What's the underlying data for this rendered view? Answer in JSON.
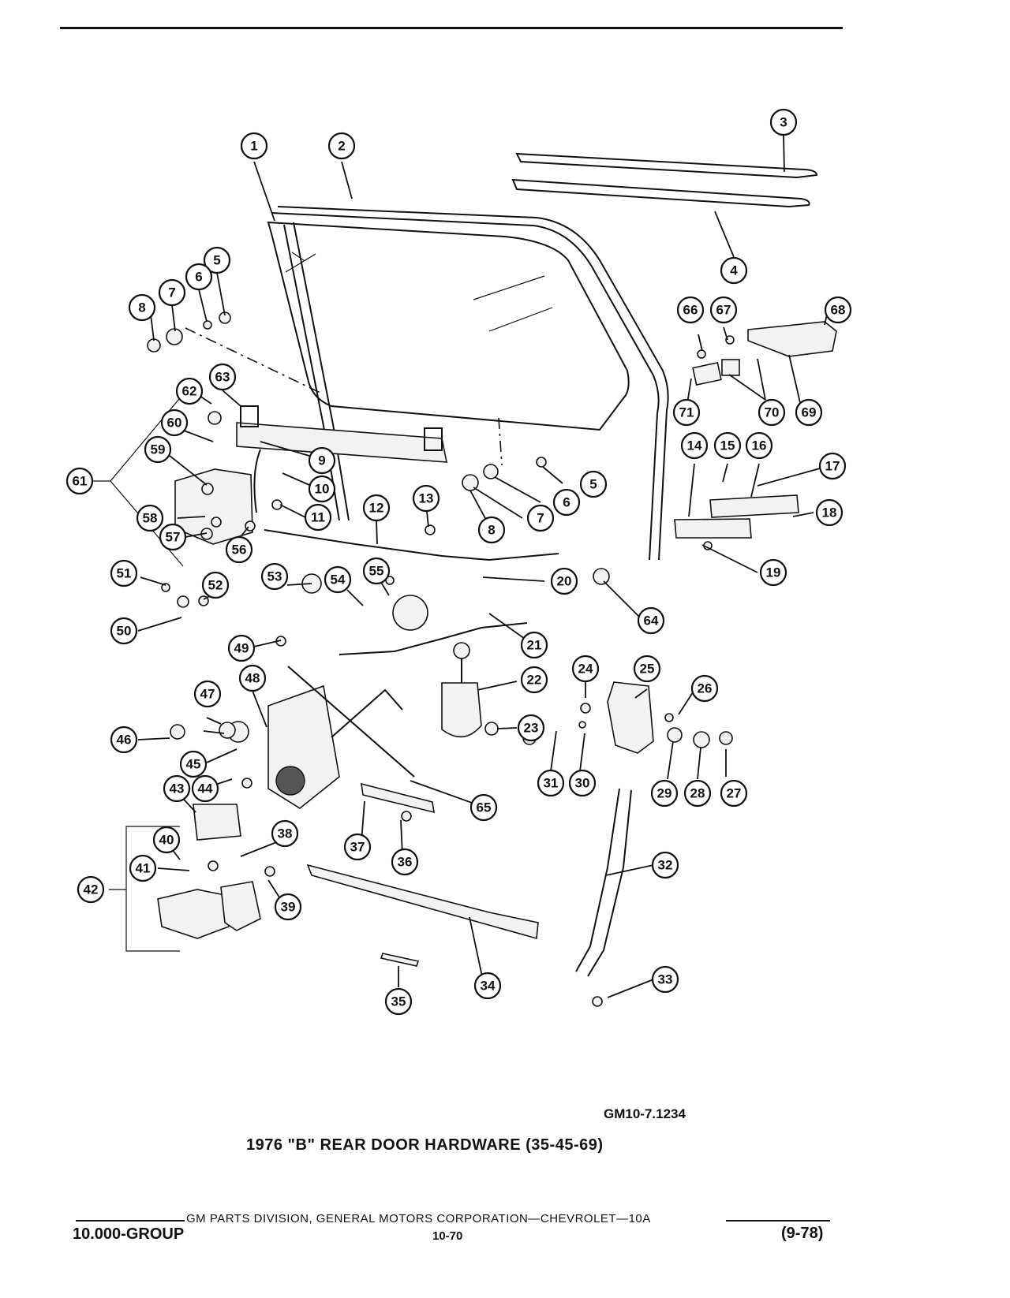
{
  "diagram": {
    "ref_code": "GM10-7.1234",
    "caption": "1976 \"B\" REAR DOOR HARDWARE (35-45-69)"
  },
  "footer": {
    "credit": "GM PARTS DIVISION, GENERAL MOTORS CORPORATION—CHEVROLET—10A",
    "group": "10.000-GROUP",
    "page": "10-70",
    "date": "(9-78)"
  },
  "callouts": [
    "1",
    "2",
    "3",
    "4",
    "5",
    "6",
    "7",
    "8",
    "9",
    "10",
    "11",
    "12",
    "13",
    "14",
    "15",
    "16",
    "17",
    "18",
    "19",
    "20",
    "21",
    "22",
    "23",
    "24",
    "25",
    "26",
    "27",
    "28",
    "29",
    "30",
    "31",
    "32",
    "33",
    "34",
    "35",
    "36",
    "37",
    "38",
    "39",
    "40",
    "41",
    "42",
    "43",
    "44",
    "45",
    "46",
    "47",
    "48",
    "49",
    "50",
    "51",
    "52",
    "53",
    "54",
    "55",
    "56",
    "57",
    "58",
    "59",
    "60",
    "61",
    "62",
    "63",
    "64",
    "65",
    "66",
    "67",
    "68",
    "69",
    "70",
    "71"
  ]
}
